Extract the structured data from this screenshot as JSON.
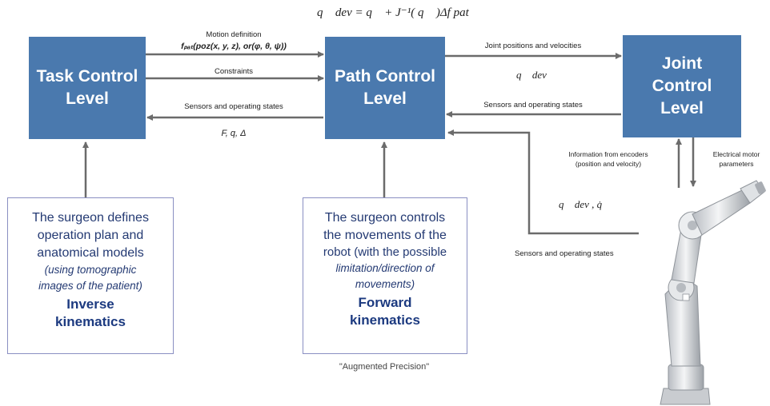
{
  "formula_top": "q⃗ dev = q⃗ + J⁻¹( q⃗ )Δf pat",
  "boxes": {
    "task": [
      "Task Control",
      "Level"
    ],
    "path": [
      "Path Control",
      "Level"
    ],
    "joint": [
      "Joint",
      "Control",
      "Level"
    ]
  },
  "labels": {
    "motion_definition": "Motion definition",
    "fpat": "fₚₐₜ(poz(x, y, z), or(φ, θ, ψ))",
    "constraints": "Constraints",
    "sensors_left": "Sensors and operating states",
    "fqd": "F, q, Δ",
    "joint_pv": "Joint positions and velocities",
    "q_dev": "q⃗ dev",
    "sensors_mid": "Sensors and operating states",
    "info_encoders": "Information from encoders",
    "info_encoders_2": "(position and velocity)",
    "electrical_motor": "Electrical motor",
    "electrical_motor_2": "parameters",
    "q_dev_qdot": "q⃗ dev ,  q̇",
    "sensors_bottom": "Sensors and operating states"
  },
  "surgeon_left": {
    "line1": "The surgeon defines",
    "line2": "operation plan and",
    "line3": "anatomical models",
    "line4": "(using tomographic",
    "line5": "images of the patient)",
    "bold1": "Inverse",
    "bold2": "kinematics"
  },
  "surgeon_mid": {
    "line1": "The surgeon controls",
    "line2": "the movements of the",
    "line3": "robot (with the possible",
    "line4": "limitation/direction of",
    "line5": "movements)",
    "bold1": "Forward",
    "bold2": "kinematics"
  },
  "augmented": "\"Augmented Precision\"",
  "colors": {
    "box": "#4a79ae",
    "arrow": "#6b6b6b",
    "surgeon_border": "#8a8fc2",
    "surgeon_text": "#243a73"
  }
}
